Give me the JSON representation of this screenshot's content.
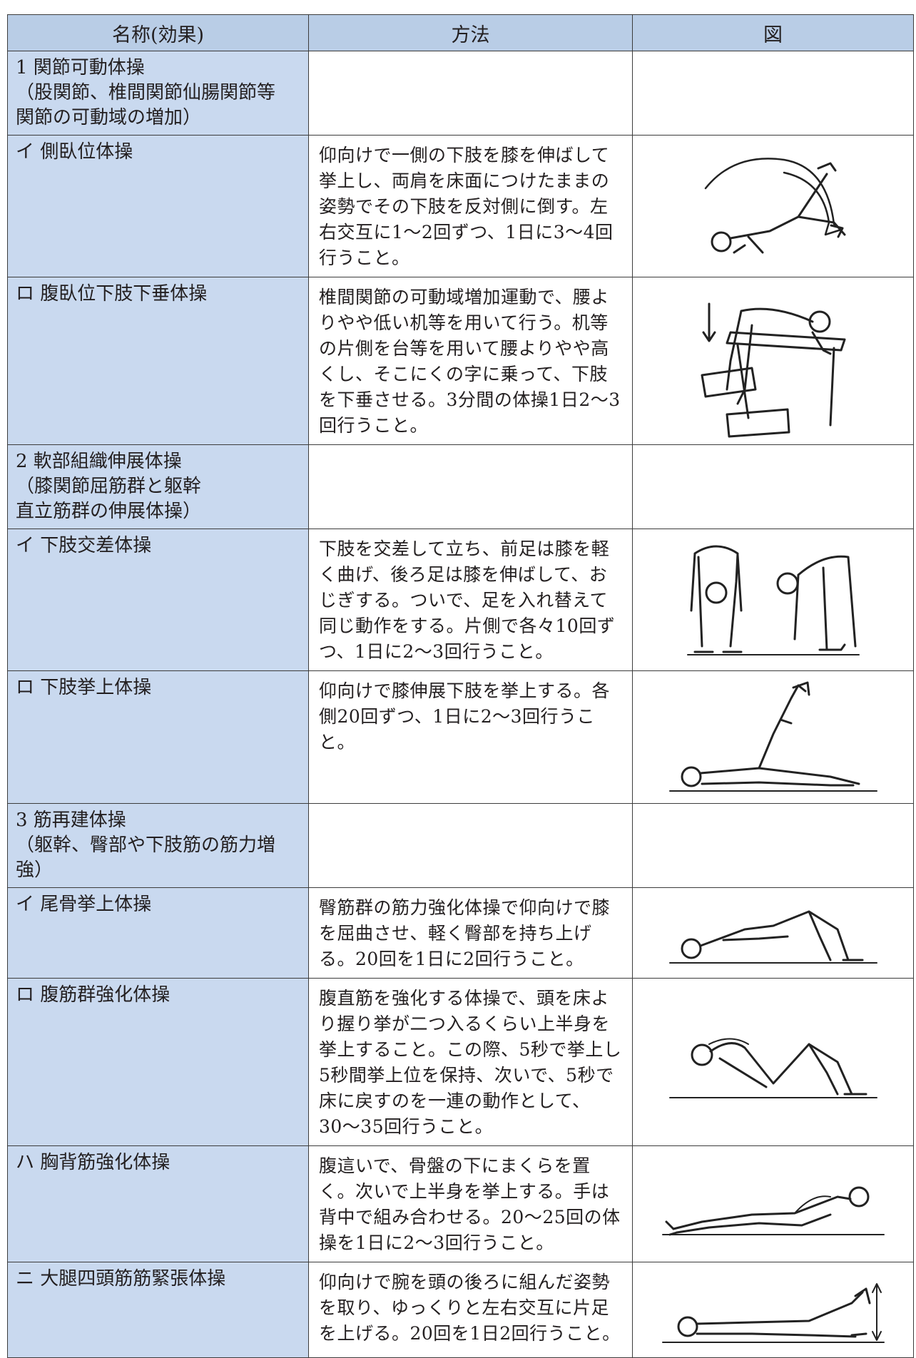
{
  "header": {
    "col_name": "名称(効果)",
    "col_method": "方法",
    "col_figure": "図"
  },
  "rows": [
    {
      "name": "1 関節可動体操\n（股関節、椎間関節仙腸関節等\n関節の可動域の増加）",
      "method": "",
      "figure": ""
    },
    {
      "name": "イ 側臥位体操",
      "method": "仰向けで一側の下肢を膝を伸ばして挙上し、両肩を床面につけたままの姿勢でその下肢を反対側に倒す。左右交互に1〜2回ずつ、1日に3〜4回行うこと。",
      "figure": "side-lying-twist-figure"
    },
    {
      "name": "ロ 腹臥位下肢下垂体操",
      "method": "椎間関節の可動域増加運動で、腰よりやや低い机等を用いて行う。机等の片側を台等を用いて腰よりやや高くし、そこにくの字に乗って、下肢を下垂させる。3分間の体操1日2〜3回行うこと。",
      "figure": "prone-leg-hang-figure"
    },
    {
      "name": "2 軟部組織伸展体操\n（膝関節屈筋群と躯幹\n直立筋群の伸展体操）",
      "method": "",
      "figure": ""
    },
    {
      "name": "イ 下肢交差体操",
      "method": "下肢を交差して立ち、前足は膝を軽く曲げ、後ろ足は膝を伸ばして、おじぎする。ついで、足を入れ替えて同じ動作をする。片側で各々10回ずつ、1日に2〜3回行うこと。",
      "figure": "crossed-leg-bow-figure"
    },
    {
      "name": "ロ 下肢挙上体操",
      "method": "仰向けで膝伸展下肢を挙上する。各側20回ずつ、1日に2〜3回行うこと。",
      "figure": "leg-raise-figure"
    },
    {
      "name": "3 筋再建体操\n（躯幹、臀部や下肢筋の筋力増強）",
      "method": "",
      "figure": ""
    },
    {
      "name": "イ 尾骨挙上体操",
      "method": "臀筋群の筋力強化体操で仰向けで膝を屈曲させ、軽く臀部を持ち上げる。20回を1日に2回行うこと。",
      "figure": "hip-lift-figure"
    },
    {
      "name": "ロ 腹筋群強化体操",
      "method": "腹直筋を強化する体操で、頭を床より握り挙が二つ入るくらい上半身を挙上すること。この際、5秒で挙上し5秒間挙上位を保持、次いで、5秒で床に戻すのを一連の動作として、30〜35回行うこと。",
      "figure": "abdominal-curl-figure"
    },
    {
      "name": "ハ 胸背筋強化体操",
      "method": "腹這いで、骨盤の下にまくらを置く。次いで上半身を挙上する。手は背中で組み合わせる。20〜25回の体操を1日に2〜3回行うこと。",
      "figure": "back-extension-figure"
    },
    {
      "name": "ニ 大腿四頭筋筋緊張体操",
      "method": "仰向けで腕を頭の後ろに組んだ姿勢を取り、ゆっくりと左右交互に片足を上げる。20回を1日2回行うこと。",
      "figure": "alternate-leg-lift-figure"
    }
  ],
  "colors": {
    "header_bg": "#b9cde6",
    "name_bg": "#c9d9ef",
    "border": "#3c3c3c"
  }
}
